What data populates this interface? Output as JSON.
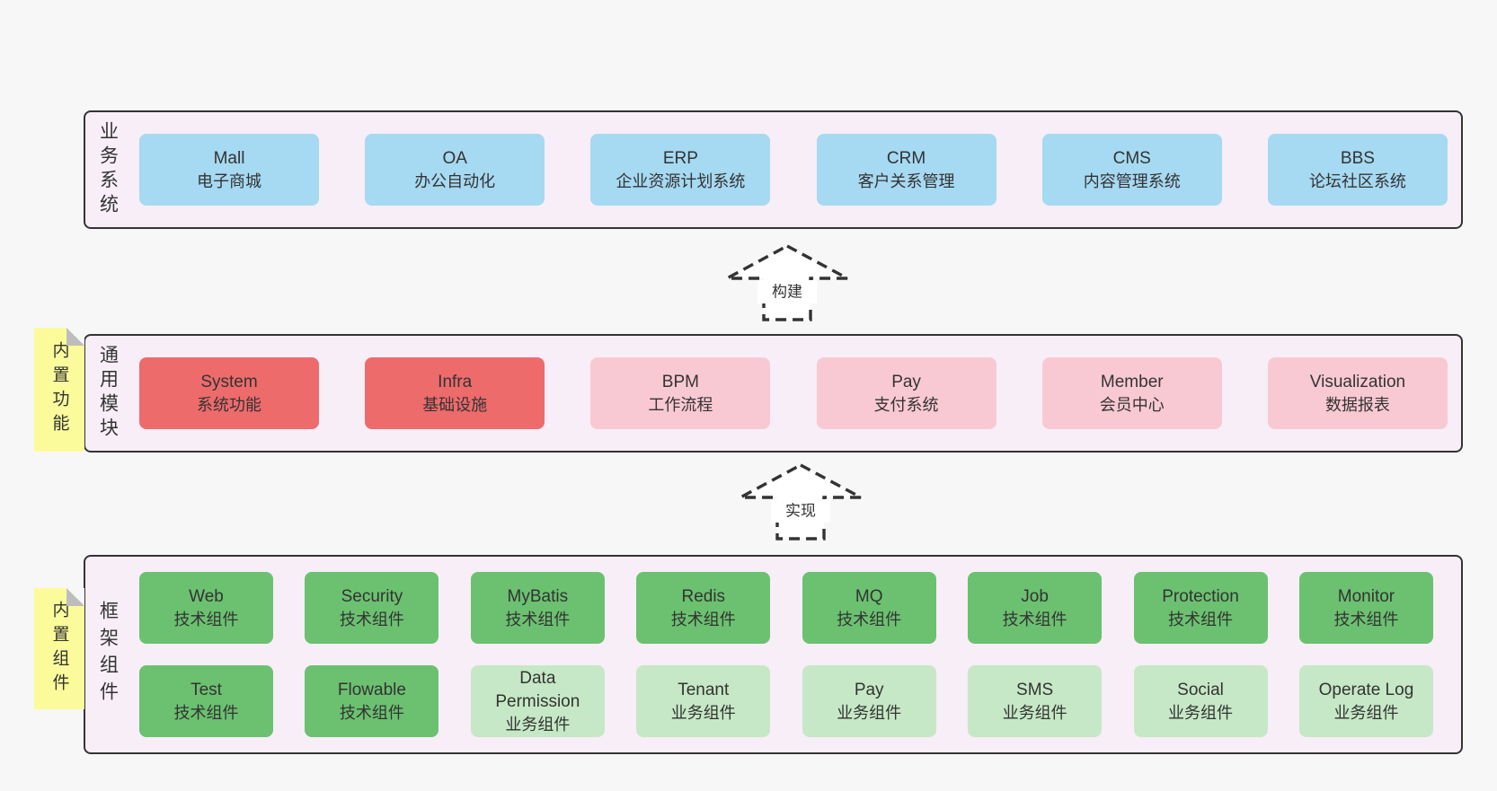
{
  "palette": {
    "page_bg": "#f7f7f7",
    "panel_bg": "#f8eef7",
    "panel_border": "#333333",
    "business_box": "#a6d9f2",
    "core_module_box": "#ee6b6b",
    "optional_module_box": "#f9c9d3",
    "tech_component_box": "#6bc170",
    "biz_component_box": "#c6e8c6",
    "note_bg": "#fbfb9b",
    "note_fold": "#bdbdbd",
    "text": "#333333"
  },
  "arrows": [
    {
      "label": "构建"
    },
    {
      "label": "实现"
    }
  ],
  "layers": {
    "business": {
      "side_label": "业务系统",
      "boxes": [
        {
          "title": "Mall",
          "subtitle": "电子商城"
        },
        {
          "title": "OA",
          "subtitle": "办公自动化"
        },
        {
          "title": "ERP",
          "subtitle": "企业资源计划系统"
        },
        {
          "title": "CRM",
          "subtitle": "客户关系管理"
        },
        {
          "title": "CMS",
          "subtitle": "内容管理系统"
        },
        {
          "title": "BBS",
          "subtitle": "论坛社区系统"
        }
      ]
    },
    "modules": {
      "side_label": "通用模块",
      "note": "内置功能",
      "boxes": [
        {
          "title": "System",
          "subtitle": "系统功能"
        },
        {
          "title": "Infra",
          "subtitle": "基础设施"
        },
        {
          "title": "BPM",
          "subtitle": "工作流程"
        },
        {
          "title": "Pay",
          "subtitle": "支付系统"
        },
        {
          "title": "Member",
          "subtitle": "会员中心"
        },
        {
          "title": "Visualization",
          "subtitle": "数据报表"
        }
      ]
    },
    "components": {
      "side_label": "框架组件",
      "note": "内置组件",
      "row1": [
        {
          "title": "Web",
          "subtitle": "技术组件"
        },
        {
          "title": "Security",
          "subtitle": "技术组件"
        },
        {
          "title": "MyBatis",
          "subtitle": "技术组件"
        },
        {
          "title": "Redis",
          "subtitle": "技术组件"
        },
        {
          "title": "MQ",
          "subtitle": "技术组件"
        },
        {
          "title": "Job",
          "subtitle": "技术组件"
        },
        {
          "title": "Protection",
          "subtitle": "技术组件"
        },
        {
          "title": "Monitor",
          "subtitle": "技术组件"
        }
      ],
      "row2": [
        {
          "title": "Test",
          "subtitle": "技术组件"
        },
        {
          "title": "Flowable",
          "subtitle": "技术组件"
        },
        {
          "title": "Data Permission",
          "subtitle": "业务组件"
        },
        {
          "title": "Tenant",
          "subtitle": "业务组件"
        },
        {
          "title": "Pay",
          "subtitle": "业务组件"
        },
        {
          "title": "SMS",
          "subtitle": "业务组件"
        },
        {
          "title": "Social",
          "subtitle": "业务组件"
        },
        {
          "title": "Operate Log",
          "subtitle": "业务组件"
        }
      ]
    }
  }
}
